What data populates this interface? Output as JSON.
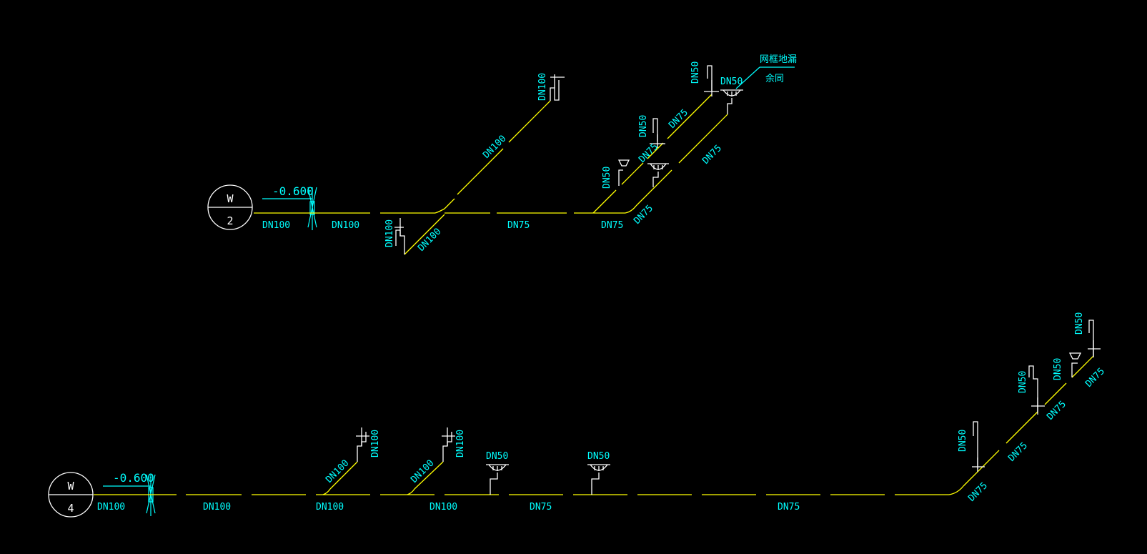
{
  "colors": {
    "background": "#000000",
    "pipe": "#ffff00",
    "text": "#00ffff",
    "fixture": "#ffffff"
  },
  "system_top": {
    "tag_letter": "W",
    "tag_number": "2",
    "elevation": "-0.600"
  },
  "system_bottom": {
    "tag_letter": "W",
    "tag_number": "4",
    "elevation": "-0.600"
  },
  "note": {
    "line1": "网框地漏",
    "line2": "余同"
  },
  "labels_top": {
    "l1": "DN100",
    "l2": "DN100",
    "l3": "DN100",
    "l4": "DN100",
    "l5": "DN75",
    "l6": "DN75",
    "l7": "DN100",
    "l8": "DN100",
    "l9": "DN75",
    "l10": "DN75",
    "l11": "DN50",
    "l12": "DN75",
    "l13": "DN50",
    "l14": "DN75",
    "l15": "DN50",
    "l16": "DN50"
  },
  "labels_bottom": {
    "b1": "DN100",
    "b2": "DN100",
    "b3": "DN100",
    "b4": "DN100",
    "b5": "DN100",
    "b6": "DN100",
    "b7": "DN100",
    "b8": "DN75",
    "b9": "DN50",
    "b10": "DN50",
    "b11": "DN75",
    "b12": "DN75",
    "b13": "DN50",
    "b14": "DN75",
    "b15": "DN50",
    "b16": "DN75",
    "b17": "DN50",
    "b18": "DN75",
    "b19": "DN50"
  }
}
